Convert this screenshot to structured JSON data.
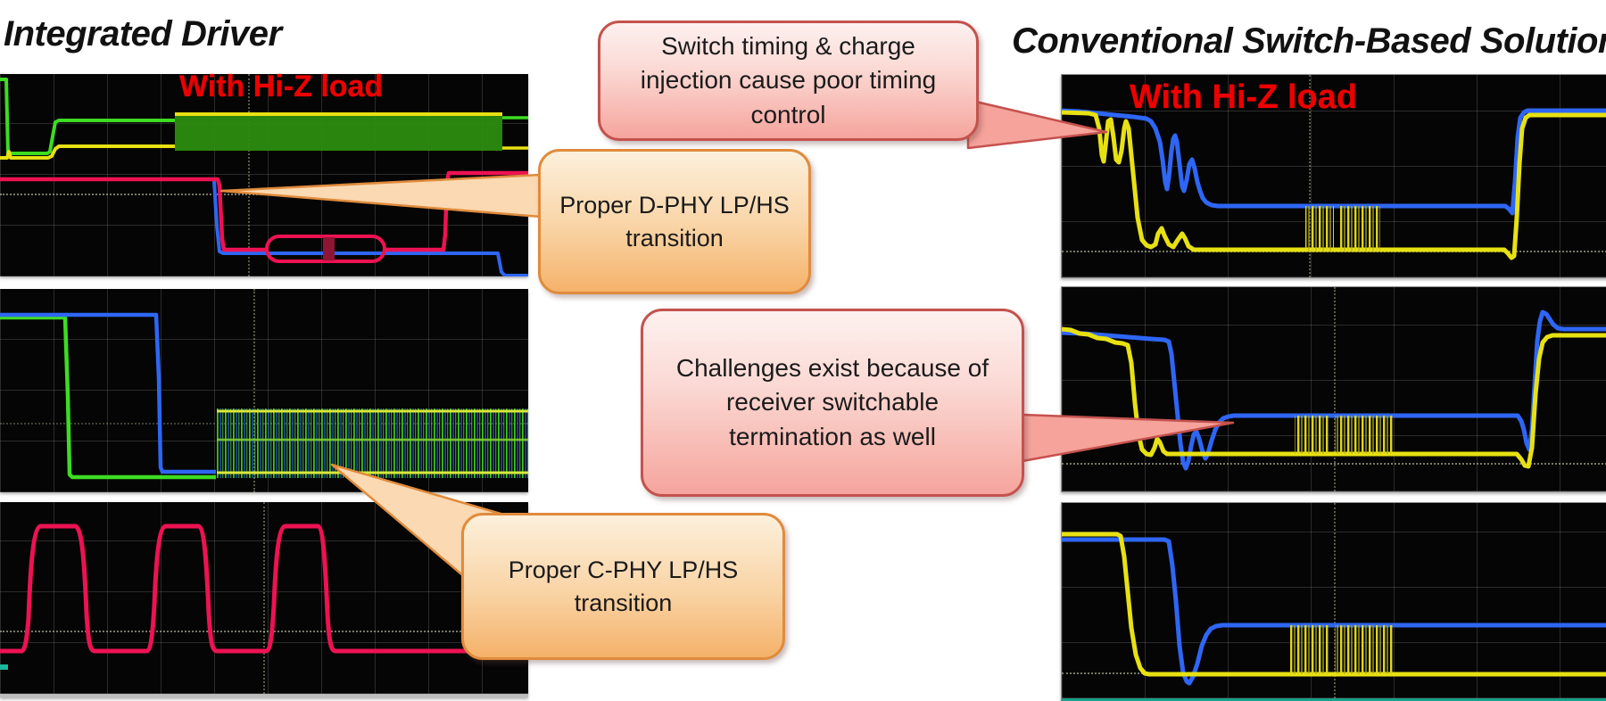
{
  "slide": {
    "left": {
      "title": "Integrated Driver",
      "hi_z_label": "With Hi-Z load"
    },
    "right": {
      "title": "Conventional Switch-Based Solution",
      "hi_z_label": "With Hi-Z load"
    },
    "callouts": {
      "switch_timing": "Switch timing & charge injection cause poor timing control",
      "d_phy": "Proper D-PHY LP/HS transition",
      "challenges": "Challenges exist because of receiver switchable termination as well",
      "c_phy": "Proper C-PHY LP/HS transition"
    },
    "colors": {
      "hi_z_red": "#ee0000",
      "pink_callout_border": "#c4524e",
      "orange_callout_border": "#e08b3c",
      "trace_yellow": "#e8e112",
      "trace_blue": "#2e66f5",
      "trace_green": "#3ddc22",
      "trace_magenta": "#ed1253"
    }
  }
}
